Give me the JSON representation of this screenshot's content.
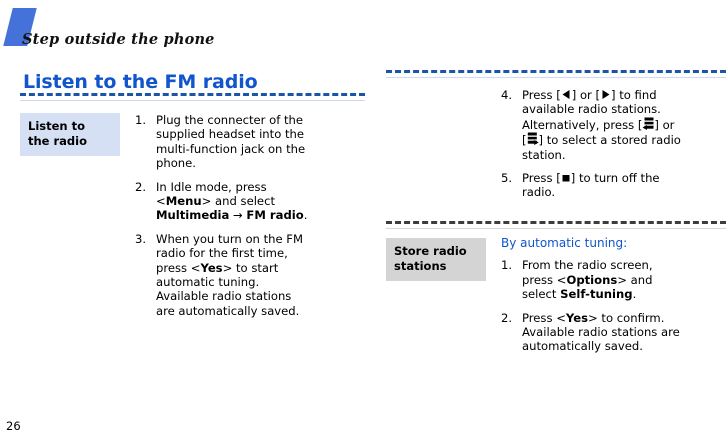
{
  "header": {
    "running_head": "Step outside the phone",
    "title": "Listen to the FM radio",
    "mark_color": "#4472d8",
    "title_color": "#1155cc"
  },
  "sections": [
    {
      "id": "listen-to-the-radio",
      "label": "Listen to the radio",
      "label_bg": "#d5e0f5",
      "steps": [
        {
          "number": "1.",
          "lines": [
            "Plug the connecter of the supplied headset into the multi-function jack on the phone."
          ]
        },
        {
          "number": "2.",
          "lines": [
            "In Idle mode, press <Menu> and select Multimedia → FM radio."
          ],
          "bold_terms": [
            "Menu",
            "Multimedia",
            "FM radio"
          ]
        },
        {
          "number": "3.",
          "lines": [
            "When you turn on the FM radio for the first time, press <Yes> to start automatic tuning.",
            "Available radio stations are automatically saved."
          ],
          "bold_terms": [
            "Yes"
          ]
        },
        {
          "number": "4.",
          "lines": [
            "Press [left-arrow-key] or [right-arrow-key] to find available radio stations. Alternatively, press [up-nav-key] or [down-nav-key] to select a stored radio station."
          ]
        },
        {
          "number": "5.",
          "lines": [
            "Press [stop-key] to turn off the radio."
          ]
        }
      ]
    },
    {
      "id": "store-radio-stations",
      "label": "Store radio stations",
      "label_bg": "#d4d4d4",
      "subheading": "By automatic tuning:",
      "subheading_color": "#1155cc",
      "steps": [
        {
          "number": "1.",
          "lines": [
            "From the radio screen, press <Options> and select Self-tuning."
          ],
          "bold_terms": [
            "Options",
            "Self-tuning"
          ]
        },
        {
          "number": "2.",
          "lines": [
            "Press <Yes> to confirm.",
            "Available radio stations are automatically saved."
          ],
          "bold_terms": [
            "Yes"
          ]
        }
      ]
    }
  ],
  "step1": {
    "num": "1.",
    "l1": "Plug the connecter of the",
    "l2": "supplied headset into the",
    "l3": "multi-function jack on the",
    "l4": "phone."
  },
  "step2": {
    "num": "2.",
    "l1": "In Idle mode, press",
    "l2a": "<",
    "l2b": "Menu",
    "l2c": "> and select",
    "l3a": "Multimedia",
    "l3b": "→",
    "l3c": "FM radio",
    "l3d": "."
  },
  "step3": {
    "num": "3.",
    "l1": "When you turn on the FM",
    "l2": "radio for the first time,",
    "l3a": "press <",
    "l3b": "Yes",
    "l3c": "> to start",
    "l4": "automatic tuning.",
    "l5": "Available radio stations",
    "l6": "are automatically saved."
  },
  "step4": {
    "num": "4.",
    "l1a": "Press [",
    "l1b": "] or [",
    "l1c": "] to find",
    "l2": "available radio stations.",
    "l3a": "Alternatively, press [",
    "l3b": "] or",
    "l4a": "[",
    "l4b": "] to select a stored radio",
    "l5": "station."
  },
  "step5": {
    "num": "5.",
    "l1a": "Press [",
    "l1b": "] to turn off the",
    "l2": "radio."
  },
  "rstep1": {
    "num": "1.",
    "l1": "From the radio screen,",
    "l2a": "press <",
    "l2b": "Options",
    "l2c": "> and",
    "l3a": "select ",
    "l3b": "Self-tuning",
    "l3c": "."
  },
  "rstep2": {
    "num": "2.",
    "l1a": "Press <",
    "l1b": "Yes",
    "l1c": "> to confirm.",
    "l2": "Available radio stations are",
    "l3": "automatically saved."
  },
  "labels": {
    "listen_l1": "Listen to",
    "listen_l2": "the radio",
    "store_l1": "Store radio",
    "store_l2": "stations",
    "subheading": "By automatic tuning:"
  },
  "footer": {
    "page_number": "26"
  },
  "icons": {
    "left_arrow": "left-arrow-key-icon",
    "right_arrow": "right-arrow-key-icon",
    "up_nav": "up-nav-key-icon",
    "down_nav": "down-nav-key-icon",
    "stop": "stop-key-icon"
  }
}
